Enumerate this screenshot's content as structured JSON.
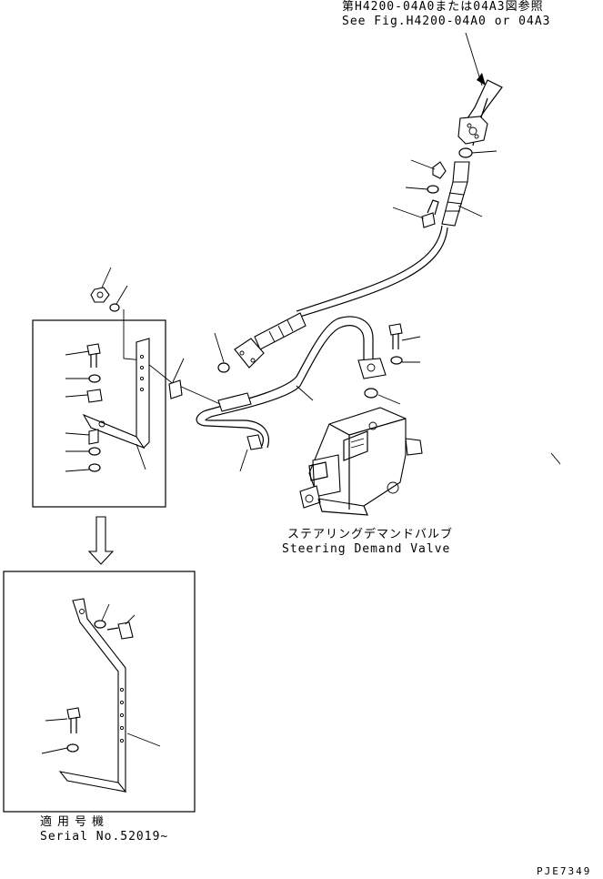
{
  "reference": {
    "jp": "第H4200-04A0または04A3図参照",
    "en": "See Fig.H4200-04A0 or 04A3"
  },
  "valve": {
    "jp": "ステアリングデマンドバルブ",
    "en": "Steering Demand Valve"
  },
  "serial": {
    "jp": "適用号機",
    "en": "Serial No.52019~"
  },
  "figure_code": "PJE7349"
}
